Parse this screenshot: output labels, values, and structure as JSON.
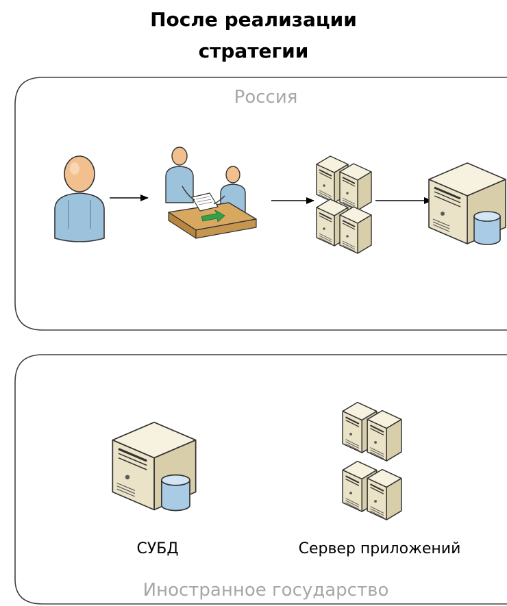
{
  "title": {
    "line1": "После реализации",
    "line2": "стратегии"
  },
  "zones": {
    "russia": {
      "label": "Россия"
    },
    "foreign": {
      "label": "Иностранное государство"
    }
  },
  "nodes": {
    "dbms": {
      "label": "СУБД",
      "icon": "database-server-icon"
    },
    "app_server": {
      "label": "Сервер приложений",
      "icon": "server-cluster-icon"
    }
  },
  "icons": [
    "user-icon",
    "consultation-icon",
    "server-cluster-icon",
    "database-server-icon"
  ],
  "colors": {
    "zone_border": "#404040",
    "zone_label": "#a6a6a6",
    "server_body": "#ebe3c7",
    "person_shirt": "#9cc3db",
    "person_skin": "#f2c08f",
    "db_cylinder": "#a9cbe6",
    "table": "#d9a860",
    "arrow_green": "#33a04a"
  }
}
